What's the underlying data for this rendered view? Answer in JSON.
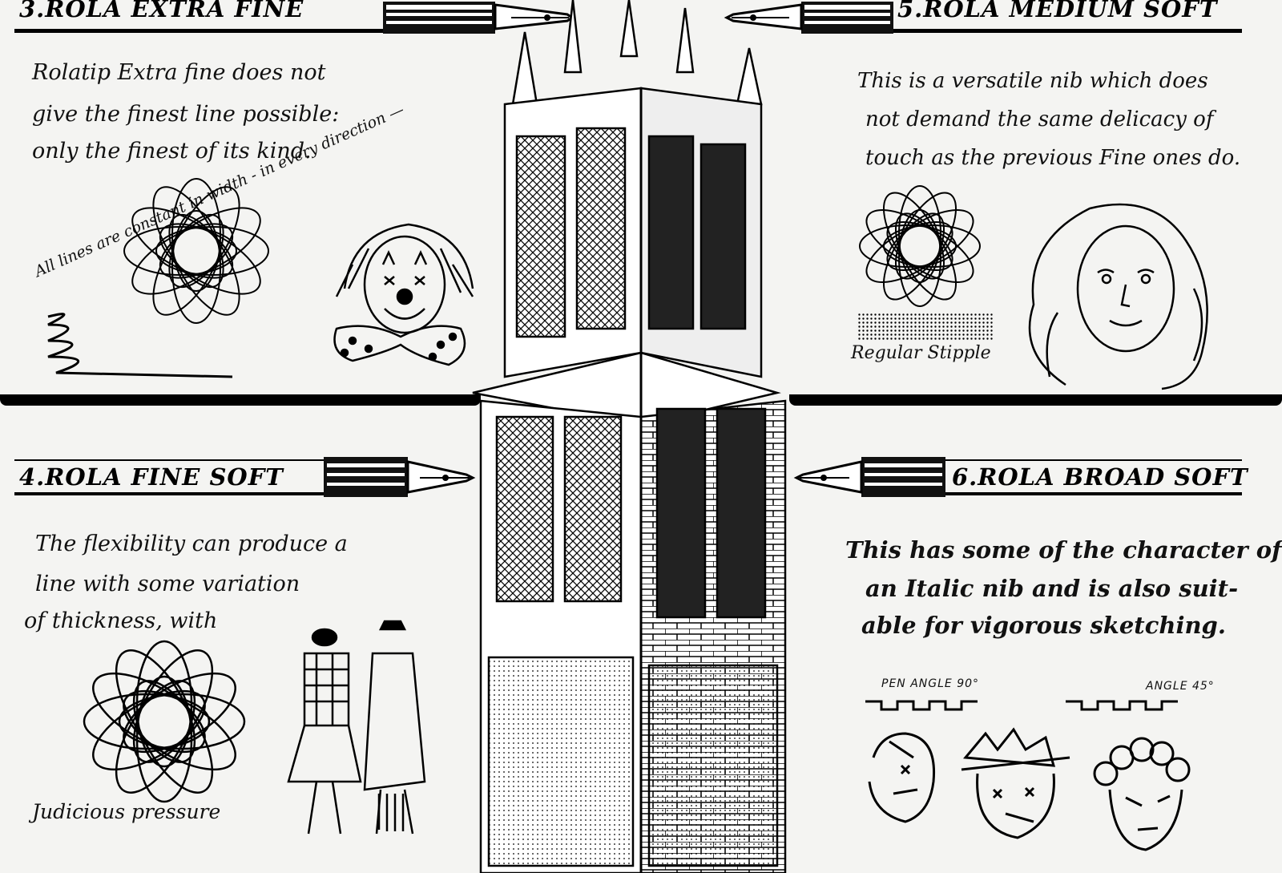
{
  "sections": {
    "extra_fine": {
      "heading": "3.ROLA EXTRA FINE",
      "lines": [
        "Rolatip Extra fine does not",
        "give the finest line possible:",
        "only the finest of its kind."
      ],
      "curved_note": "All lines are constant in width - in every direction —"
    },
    "medium_soft": {
      "heading": "5.ROLA MEDIUM SOFT",
      "lines": [
        "This is a versatile nib which does",
        "not demand the same delicacy of",
        "touch as the previous Fine ones do."
      ],
      "stipple_label": "Regular Stipple"
    },
    "fine_soft": {
      "heading": "4.ROLA FINE SOFT",
      "lines": [
        "The flexibility can produce a",
        "line with some variation",
        "of thickness, with"
      ],
      "caption": "Judicious pressure"
    },
    "broad_soft": {
      "heading": "6.ROLA BROAD SOFT",
      "lines": [
        "This has some of the character of",
        "an Italic nib and is also suit-",
        "able for vigorous sketching."
      ],
      "pen_angle_90": "PEN ANGLE 90°",
      "angle_45": "ANGLE 45°"
    }
  },
  "illustrations": {
    "central": "gothic-tower-drawing",
    "icons": [
      "fountain-pen-icon",
      "spirograph-icon",
      "clown-face-icon",
      "woman-portrait-icon",
      "couple-drawing-icon",
      "faces-sketch-icon"
    ]
  }
}
